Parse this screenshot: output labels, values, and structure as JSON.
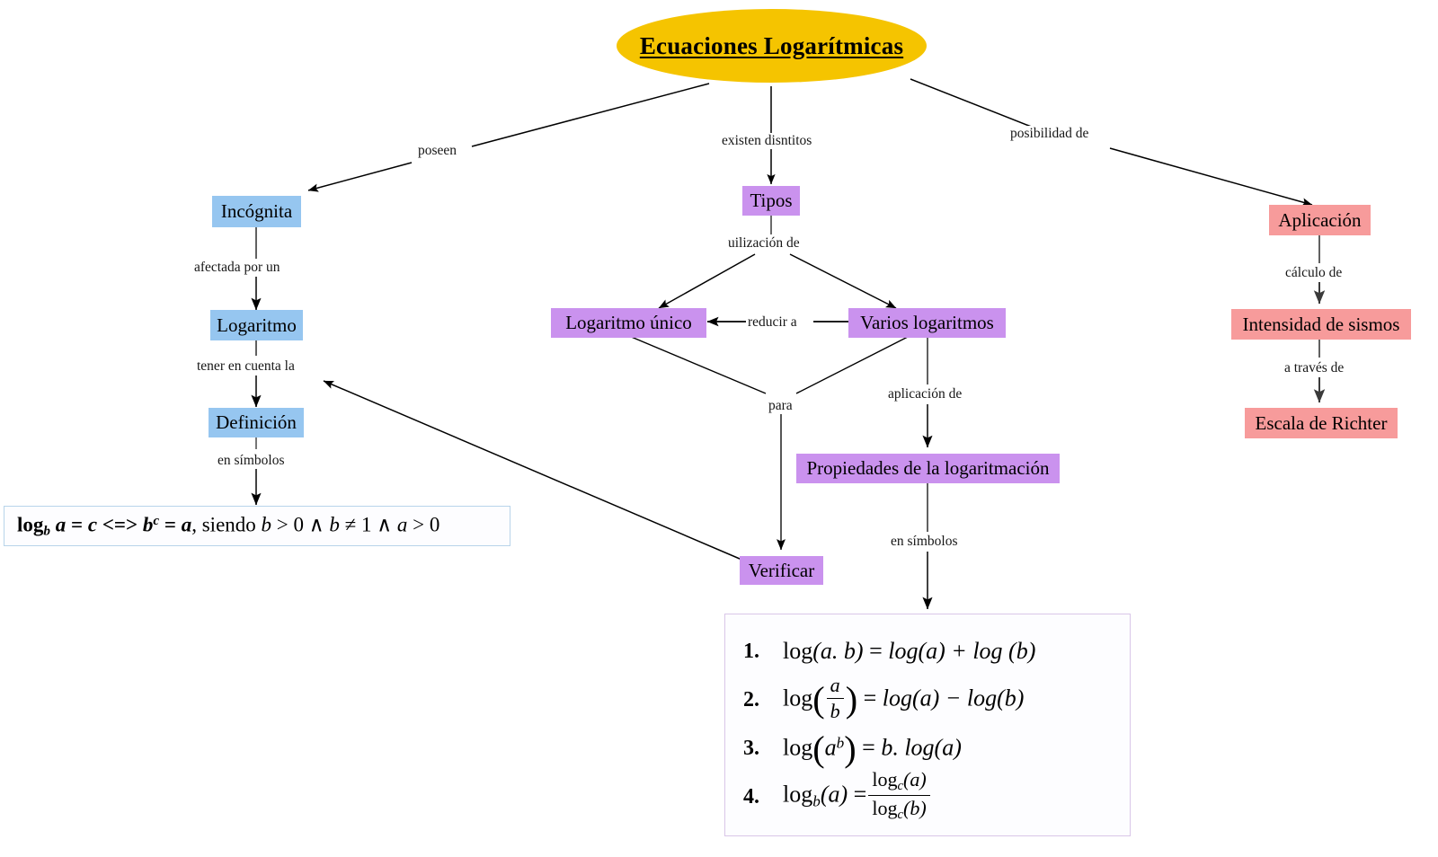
{
  "diagram": {
    "title": "Ecuaciones Logarítmicas",
    "type": "concept-map",
    "colors": {
      "root": "#F5C400",
      "blue": "#96C6F0",
      "purple": "#CA92EE",
      "red": "#F79B9B",
      "definition_box_border": "#B8D4EA",
      "properties_box_border": "#D9C6E8",
      "edge": "#000000"
    }
  },
  "nodes": {
    "root": "Ecuaciones Logarítmicas",
    "incognita": "Incógnita",
    "logaritmo": "Logaritmo",
    "definicion": "Definición",
    "tipos": "Tipos",
    "logaritmo_unico": "Logaritmo único",
    "varios_logaritmos": "Varios logaritmos",
    "verificar": "Verificar",
    "propiedades": "Propiedades de la logaritmación",
    "aplicacion": "Aplicación",
    "intensidad": "Intensidad de sismos",
    "escala": "Escala de Richter"
  },
  "edge_labels": {
    "poseen": "poseen",
    "existen_distintos": "existen disntitos",
    "posibilidad_de": "posibilidad de",
    "afectada_por_un": "afectada por un",
    "tener_en_cuenta_la": "tener en cuenta la",
    "en_simbolos_def": "en símbolos",
    "utilizacion_de": "uilización de",
    "reducir_a": "reducir a",
    "para": "para",
    "aplicacion_de": "aplicación de",
    "en_simbolos_prop": "en símbolos",
    "calculo_de": "cálculo de",
    "a_traves_de": "a través de"
  },
  "definition_formula": {
    "log": "log",
    "base": "b",
    "arg": "a",
    "equals1": "=",
    "c": "c",
    "iff": "<=>",
    "b": "b",
    "exp_c": "c",
    "equals2": "=",
    "a": "a",
    "tail": ", siendo",
    "cond1_var": "b",
    "cond1_op": ">",
    "cond1_val": "0",
    "and1": "∧",
    "cond2_var": "b",
    "cond2_op": "≠",
    "cond2_val": "1",
    "and2": "∧",
    "cond3_var": "a",
    "cond3_op": ">",
    "cond3_val": "0"
  },
  "properties": [
    {
      "num": "1.",
      "lhs_fn": "log",
      "lhs_args": "(a. b)",
      "eq": "=",
      "rhs": "log(a) + log (b)"
    },
    {
      "num": "2.",
      "lhs_fn": "log",
      "frac_num": "a",
      "frac_den": "b",
      "eq": "=",
      "rhs": "log(a) − log(b)"
    },
    {
      "num": "3.",
      "lhs_fn": "log",
      "lhs_base": "a",
      "lhs_exp": "b",
      "eq": "=",
      "rhs": "b. log(a)"
    },
    {
      "num": "4.",
      "lhs_fn": "log",
      "lhs_sub": "b",
      "lhs_arg": "(a)",
      "eq": "=",
      "frac_num": "log",
      "frac_num_sub": "c",
      "frac_num_arg": "(a)",
      "frac_den": "log",
      "frac_den_sub": "c",
      "frac_den_arg": "(b)"
    }
  ]
}
